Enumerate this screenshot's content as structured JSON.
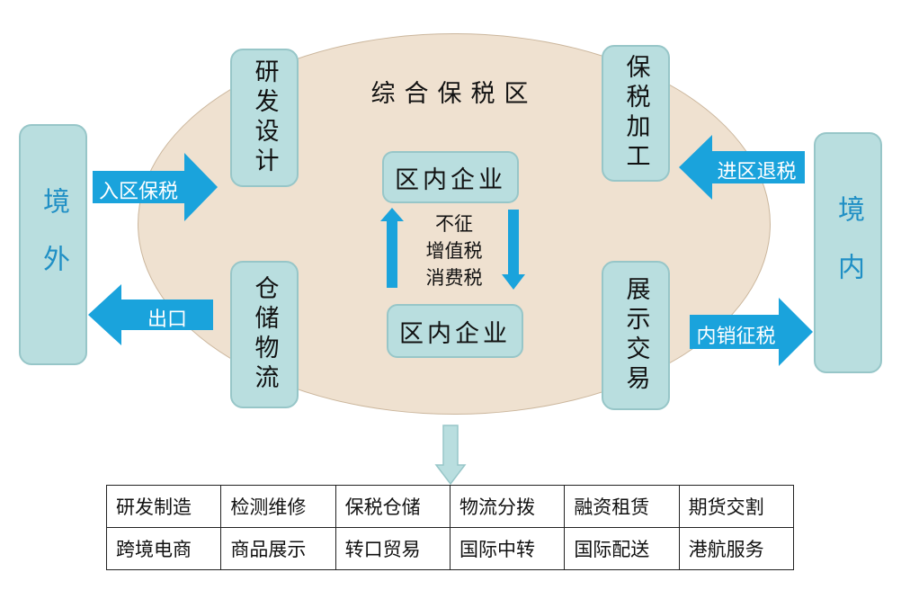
{
  "zone": {
    "title": "综合保税区"
  },
  "external": {
    "outside": "境外",
    "inside": "境内"
  },
  "functions": {
    "rd": "研发设计",
    "bonded_processing": "保税加工",
    "warehousing": "仓储物流",
    "exhibition": "展示交易"
  },
  "enterprises": {
    "top": "区内企业",
    "bottom": "区内企业"
  },
  "internal_note": [
    "不征",
    "增值税",
    "消费税"
  ],
  "flows": {
    "enter_bonded": "入区保税",
    "export": "出口",
    "entry_refund": "进区退税",
    "domestic_sale": "内销征税"
  },
  "activities": [
    [
      "研发制造",
      "检测维修",
      "保税仓储",
      "物流分拨",
      "融资租赁",
      "期货交割"
    ],
    [
      "跨境电商",
      "商品展示",
      "转口贸易",
      "国际中转",
      "国际配送",
      "港航服务"
    ]
  ],
  "colors": {
    "ellipse_fill": "#efe1d0",
    "box_fill": "#b9dedf",
    "arrow_blue": "#1aa3dc",
    "side_text": "#1f8fc5"
  }
}
